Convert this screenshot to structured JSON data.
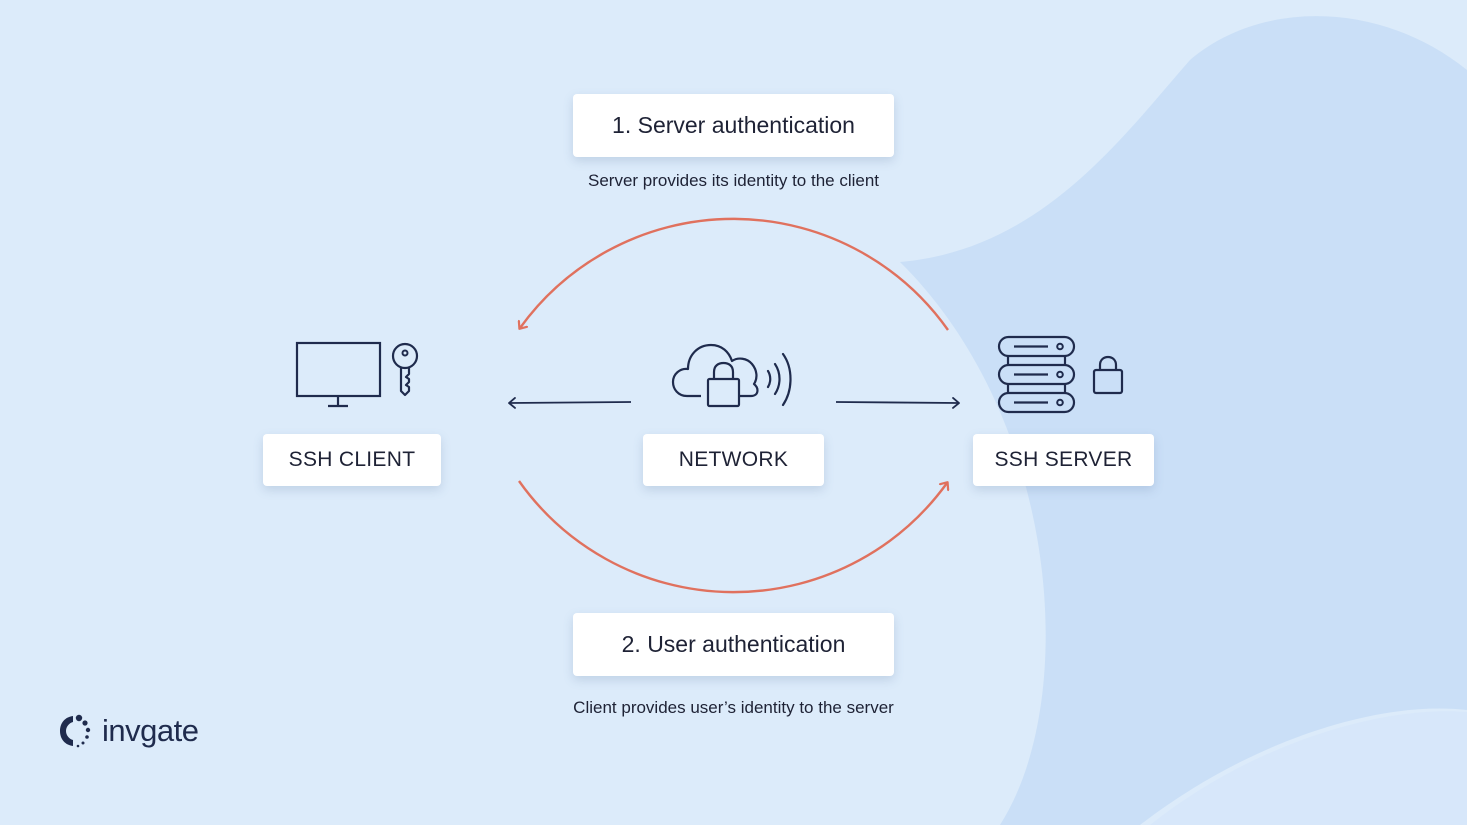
{
  "colors": {
    "background": "#dcebfa",
    "wave": "#c5dcf5",
    "arrow_red": "#e0715e",
    "icon_stroke": "#1f2b4d",
    "text": "#1e2235"
  },
  "steps": [
    {
      "label": "1. Server authentication",
      "caption": "Server provides its identity to the client"
    },
    {
      "label": "2. User authentication",
      "caption": "Client provides user’s identity to the server"
    }
  ],
  "nodes": {
    "client": {
      "label": "SSH CLIENT",
      "icons": [
        "monitor-icon",
        "key-icon"
      ]
    },
    "network": {
      "label": "NETWORK",
      "icons": [
        "cloud-lock-icon",
        "signal-waves-icon"
      ]
    },
    "server": {
      "label": "SSH SERVER",
      "icons": [
        "server-stack-icon",
        "padlock-icon"
      ]
    }
  },
  "arrows": [
    {
      "from": "server",
      "to": "client",
      "style": "curved",
      "color": "arrow_red"
    },
    {
      "from": "client",
      "to": "server",
      "style": "curved",
      "color": "arrow_red"
    },
    {
      "from": "network",
      "to": "client",
      "style": "straight"
    },
    {
      "from": "network",
      "to": "server",
      "style": "straight"
    }
  ],
  "brand": {
    "name": "invgate",
    "icon": "invgate-logo-icon"
  }
}
